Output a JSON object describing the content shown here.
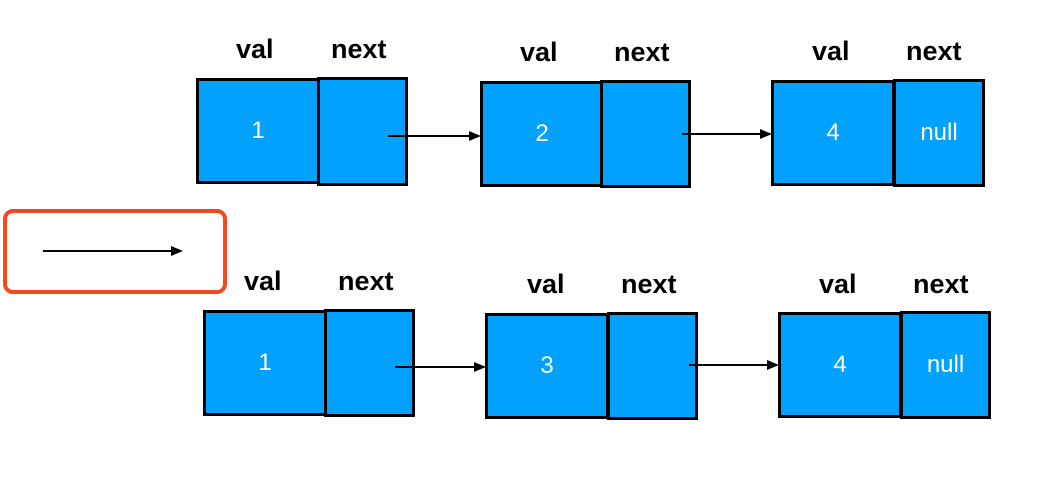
{
  "colors": {
    "node_fill": "#02a1fd",
    "border": "#000000",
    "highlight": "#f2491f",
    "text_on_node": "#ffffff"
  },
  "labels": {
    "val": "val",
    "next": "next"
  },
  "lists": [
    {
      "nodes": [
        {
          "val": "1",
          "next": ""
        },
        {
          "val": "2",
          "next": ""
        },
        {
          "val": "4",
          "next": "null"
        }
      ]
    },
    {
      "nodes": [
        {
          "val": "1",
          "next": ""
        },
        {
          "val": "3",
          "next": ""
        },
        {
          "val": "4",
          "next": "null"
        }
      ]
    }
  ]
}
